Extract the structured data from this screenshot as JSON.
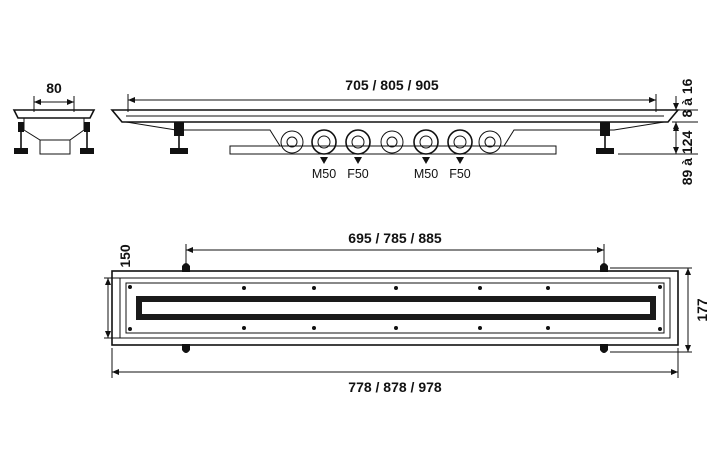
{
  "side_view": {
    "width_label": "80"
  },
  "front_view": {
    "length_label": "705 / 805 / 905",
    "rim_height_label": "8 à 16",
    "height_label": "89 à 124",
    "outlets": [
      "M50",
      "F50",
      "M50",
      "F50"
    ]
  },
  "top_view": {
    "fixing_span_label": "695 / 785 / 885",
    "inner_width_label": "150",
    "outer_width_label": "177",
    "overall_length_label": "778 / 878 / 978"
  },
  "colors": {
    "ink": "#111111",
    "grate": "#1a1a1a",
    "background": "#ffffff"
  }
}
